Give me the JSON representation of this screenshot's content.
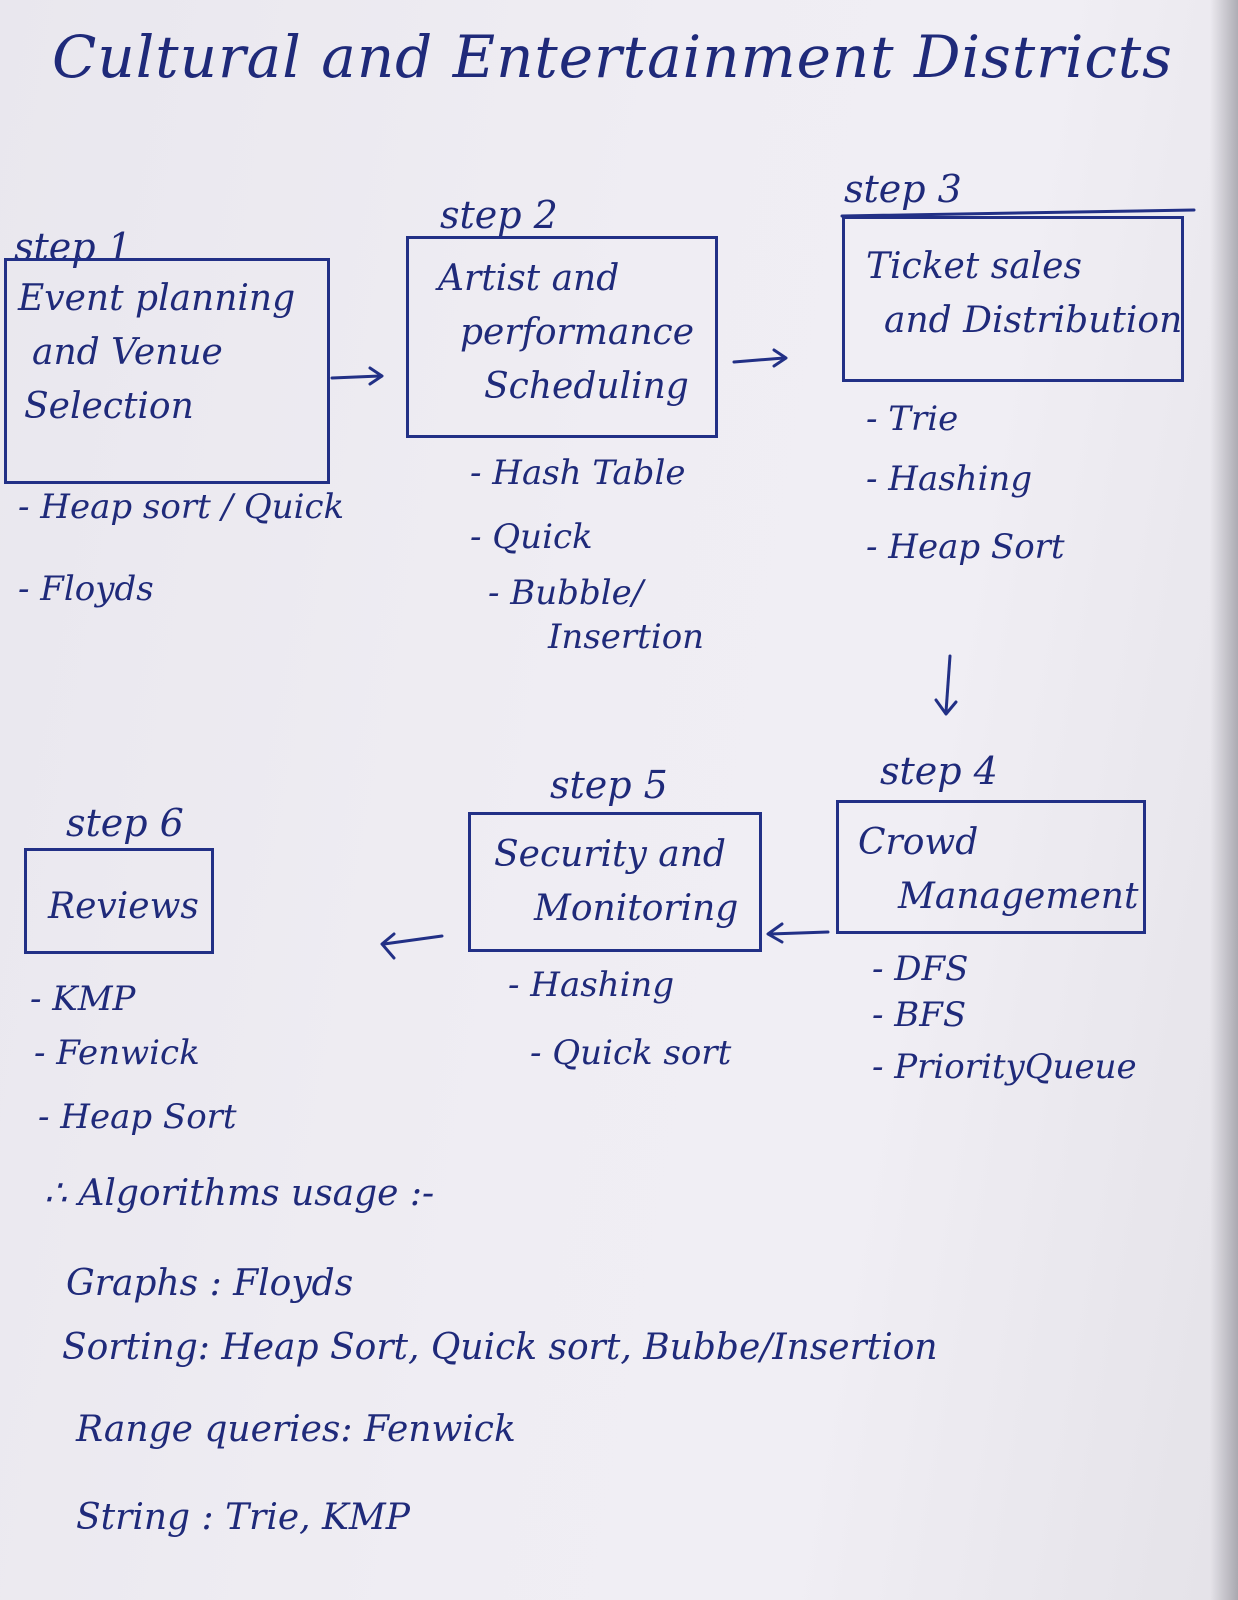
{
  "title": "Cultural and Entertainment Districts",
  "steps": [
    {
      "label": "step 1",
      "box_lines": [
        "Event planning",
        "and Venue",
        "Selection"
      ],
      "algorithms": [
        "- Heap sort / Quick",
        "- Floyds"
      ]
    },
    {
      "label": "step 2",
      "box_lines": [
        "Artist and",
        "performance",
        "Scheduling"
      ],
      "algorithms": [
        "- Hash Table",
        "- Quick",
        "- Bubble/",
        "Insertion"
      ]
    },
    {
      "label": "step 3",
      "box_lines": [
        "Ticket sales",
        "and Distribution"
      ],
      "algorithms": [
        "- Trie",
        "- Hashing",
        "- Heap Sort"
      ]
    },
    {
      "label": "step 4",
      "box_lines": [
        "Crowd",
        "Management"
      ],
      "algorithms": [
        "- DFS",
        "- BFS",
        "- PriorityQueue"
      ]
    },
    {
      "label": "step 5",
      "box_lines": [
        "Security and",
        "Monitoring"
      ],
      "algorithms": [
        "- Hashing",
        "- Quick sort"
      ]
    },
    {
      "label": "step 6",
      "box_lines": [
        "Reviews"
      ],
      "algorithms": [
        "- KMP",
        "- Fenwick",
        "- Heap Sort"
      ]
    }
  ],
  "summary": {
    "heading": "∴ Algorithms usage :-",
    "lines": [
      "Graphs : Floyds",
      "Sorting: Heap Sort, Quick sort, Bubbe/Insertion",
      "Range queries: Fenwick",
      "String : Trie, KMP"
    ]
  }
}
